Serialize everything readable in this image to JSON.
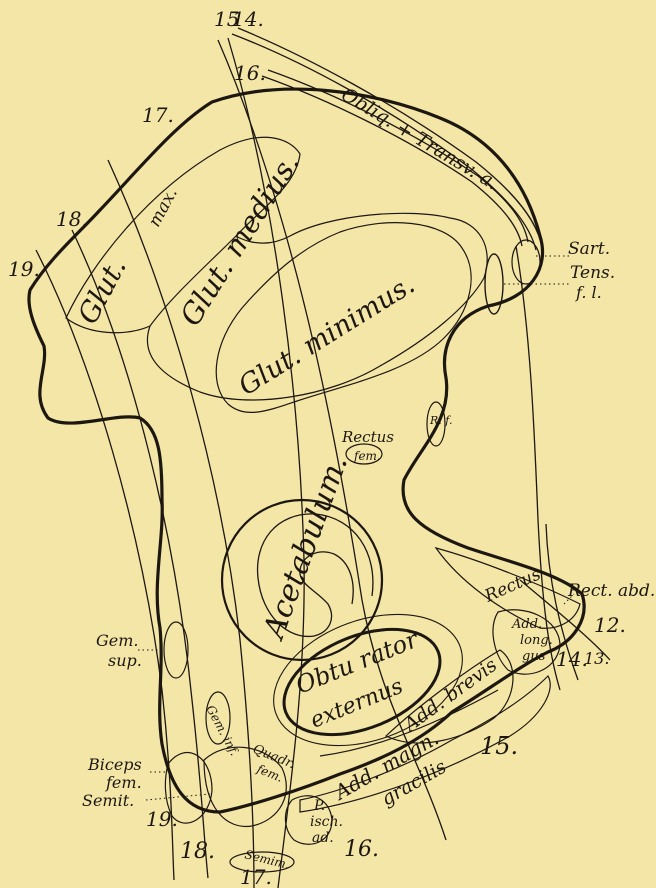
{
  "labels": {
    "n15_top": "15",
    "n14_top": "14.",
    "n16_top": "16.",
    "n17_top": "17.",
    "n18_left": "18.",
    "n19_left": "19.",
    "obliq_transv": "Obliq. + Transv. a.",
    "glut_max_a": "Glut.",
    "glut_max_b": "max.",
    "glut_medius": "Glut. medius.",
    "glut_minimus": "Glut. minimus.",
    "sart": "Sart.",
    "tens_a": "Tens.",
    "tens_b": "f. l.",
    "rectus_fem_a": "Rectus",
    "rectus_fem_b": "fem.",
    "r_small": "R. f.",
    "acetabulum": "Acetabulum.",
    "rect_abd": "Rect. abd.",
    "rectus": "Rectus",
    "n12": "12.",
    "n13": "13.",
    "n14_right": "14.",
    "add_long_a": "Add.",
    "add_long_b": "long.",
    "add_long_c": "gus",
    "obturator_a": "Obtu rator",
    "obturator_b": "externus",
    "add_brevis": "Add. brevis",
    "gem_sup_a": "Gem.",
    "gem_sup_b": "sup.",
    "gem_inf": "Gem. inf.",
    "quadr_fem_a": "Quadr.",
    "quadr_fem_b": "fem.",
    "add_magnus": "Add. magn.",
    "gracilis": "gracilis",
    "n15_bottom": "15.",
    "biceps_a": "Biceps",
    "biceps_b": "fem.",
    "semit": "Semit.",
    "p_isch_a": "P.",
    "p_isch_b": "isch.",
    "p_isch_c": "ad.",
    "n19_bottom": "19.",
    "n18_bottom": "18.",
    "n17_bottom": "17.",
    "n16_bottom": "16.",
    "semim": "Semim."
  }
}
